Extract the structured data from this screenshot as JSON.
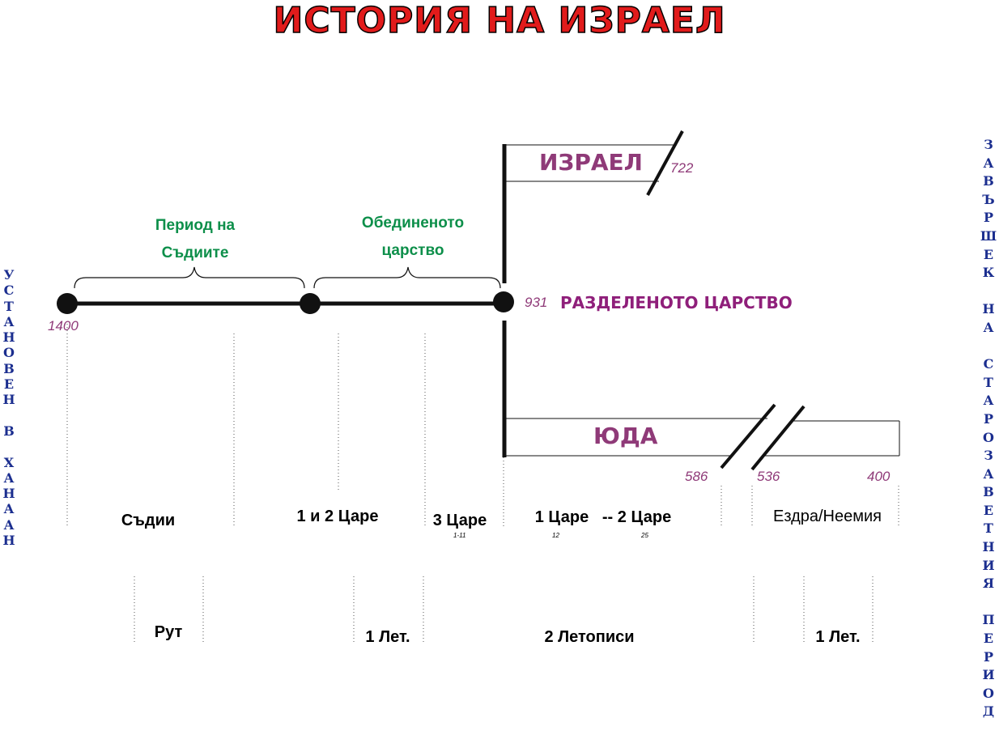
{
  "title": "ИСТОРИЯ НА ИЗРАЕЛ",
  "colors": {
    "title": "#e11b1b",
    "title_outline": "#000000",
    "green": "#0d8f4a",
    "purple": "#8f3a78",
    "blue": "#1b2e8f",
    "line": "#111111"
  },
  "periods": {
    "judges": "Период на Съдиите",
    "united": "Обединеното царство",
    "divided": "РАЗДЕЛЕНОТО ЦАРСТВО"
  },
  "kingdoms": {
    "israel": "ИЗРАЕЛ",
    "judah": "ЮДА"
  },
  "years": {
    "y1400": "1400",
    "y931": "931",
    "y722": "722",
    "y586": "586",
    "y536": "536",
    "y400": "400"
  },
  "books_row1": {
    "judges": "Съдии",
    "samuel": "1 и 2 Царе",
    "kings3": "3 Царе",
    "kings3_ref": "1-11",
    "kings_span": "1 Царе   -- 2 Царе",
    "kings_ref1": "12",
    "kings_ref2": "25",
    "ezra": "Ездра/Неемия"
  },
  "books_row2": {
    "ruth": "Рут",
    "chron1a": "1 Лет.",
    "chron2": "2 Летописи",
    "chron1b": "1 Лет."
  },
  "left_vertical": "У\nС\nТ\nА\nН\nО\nВ\nЕ\nН\n \nВ\n \nХ\nА\nН\nА\nА\nН",
  "right_vertical": "З\nА\nВ\nЪ\nР\nШ\nЕ\nК\n \nН\nА\n \nС\nТ\nА\nР\nО\nЗ\nА\nВ\nЕ\nТ\nН\nИ\nЯ\n \nП\nЕ\nР\nИ\nО\nД"
}
